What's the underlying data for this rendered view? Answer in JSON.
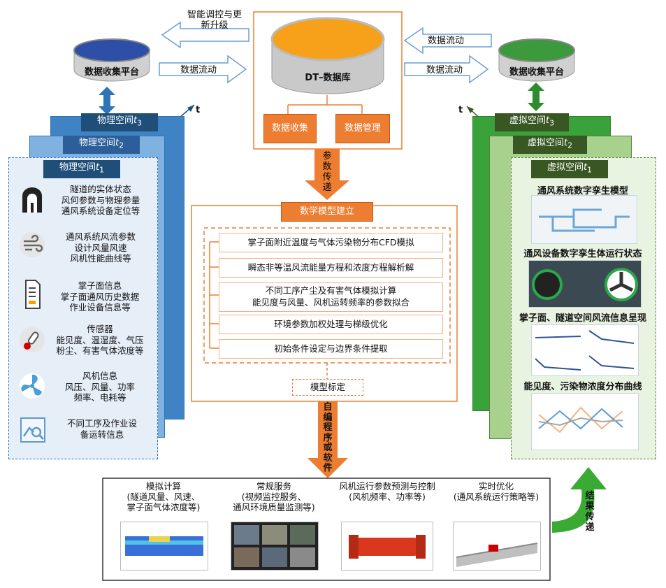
{
  "top": {
    "left_platform": "数据收集平台",
    "right_platform": "数据收集平台",
    "db": "DT–数据库",
    "arrow_to_left": "智能调控与更新升级",
    "arrow_left_to_db": "数据流动",
    "arrow_right_to_db": "数据流动",
    "arrow_db_to_right": "数据流动",
    "db_collect": "数据收集",
    "db_manage": "数据管理",
    "param_transfer": "参数传递"
  },
  "physical": {
    "t3": "物理空间t3",
    "t2": "物理空间t2",
    "t1": "物理空间t1",
    "axis": "t",
    "items": [
      {
        "icon": "tunnel-icon",
        "text": [
          "隧道的实体状态",
          "风何参数与物理参量",
          "通风系统设备定位等"
        ]
      },
      {
        "icon": "wind-icon",
        "text": [
          "通风系统风流参数",
          "设计风量风速",
          "风机性能曲线等"
        ]
      },
      {
        "icon": "document-icon",
        "text": [
          "掌子面信息",
          "掌子面通风历史数据",
          "作业设备信息等"
        ]
      },
      {
        "icon": "sensor-icon",
        "text": [
          "传感器",
          "能见度、温湿度、气压",
          "粉尘、有害气体浓度等"
        ]
      },
      {
        "icon": "fan-icon",
        "text": [
          "风机信息",
          "风压、风量、功率",
          "频率、电耗等"
        ]
      },
      {
        "icon": "inspect-icon",
        "text": [
          "不同工序及作业设",
          "备运转信息"
        ]
      }
    ]
  },
  "virtual": {
    "t3": "虚拟空间t3",
    "t2": "虚拟空间t2",
    "t1": "虚拟空间t1",
    "axis": "t",
    "items": [
      "通风系统数字孪生模型",
      "通风设备数字孪生体运行状态",
      "掌子面、隧道空间风流信息呈现",
      "能见度、污染物浓度分布曲线"
    ],
    "result_transfer": "结果传递"
  },
  "model": {
    "title": "数学模型建立",
    "rows": [
      "掌子面附近温度与气体污染物分布CFD模拟",
      "瞬态非等温风流能量方程和浓度方程解析解",
      "不同工序产尘及有害气体模拟计算",
      "能见度与风量、风机运转频率的参数拟合",
      "环境参数加权处理与梯级优化",
      "初始条件设定与边界条件提取"
    ],
    "calibration": "模型标定",
    "program": "自编程序或软件"
  },
  "outputs": [
    {
      "title": "模拟计算",
      "sub": [
        "(隧道风量、风速、",
        "掌子面气体浓度等)"
      ]
    },
    {
      "title": "常规服务",
      "sub": [
        "(视频监控服务、",
        "通风环境质量监测等)"
      ]
    },
    {
      "title": "风机运行参数预测与控制",
      "sub": [
        "(风机频率、功率等)"
      ]
    },
    {
      "title": "实时优化",
      "sub": [
        "(通风系统运行策略等)"
      ]
    }
  ],
  "colors": {
    "blue": "#2e75b6",
    "green": "#548235",
    "orange": "#ed7d31"
  }
}
